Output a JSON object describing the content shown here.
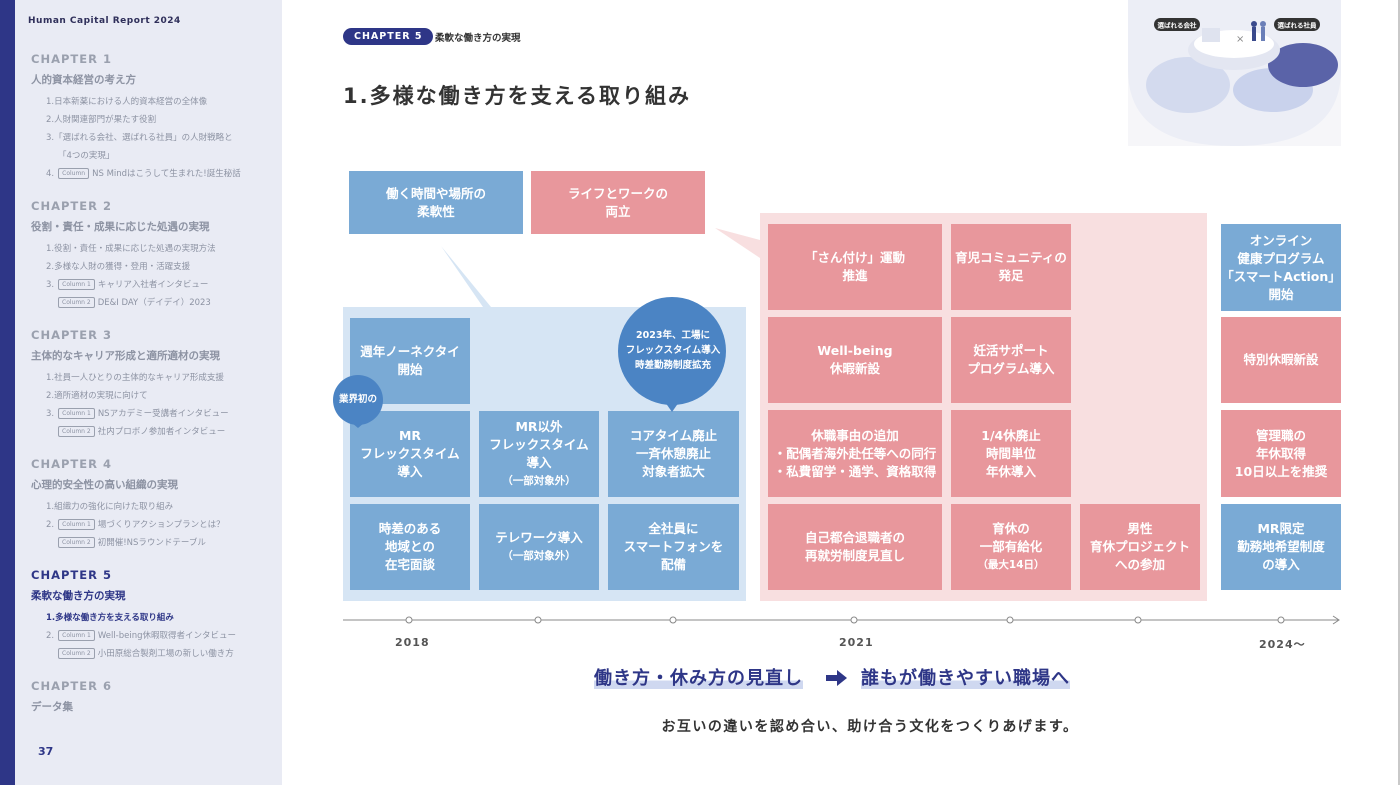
{
  "report_title": "Human Capital Report 2024",
  "page_number": "37",
  "toc": [
    {
      "label": "CHAPTER 1",
      "title": "人的資本経営の考え方",
      "items": [
        {
          "text": "1.日本新薬における人的資本経営の全体像"
        },
        {
          "text": "2.人財関連部門が果たす役割"
        },
        {
          "text": "3.「選ばれる会社、選ばれる社員」の人財戦略と"
        },
        {
          "text": "「4つの実現」"
        },
        {
          "prefix": "4.",
          "tag": "Column",
          "text": "NS Mindはこうして生まれた!誕生秘話"
        }
      ]
    },
    {
      "label": "CHAPTER 2",
      "title": "役割・責任・成果に応じた処遇の実現",
      "items": [
        {
          "text": "1.役割・責任・成果に応じた処遇の実現方法"
        },
        {
          "text": "2.多様な人財の獲得・登用・活躍支援"
        },
        {
          "prefix": "3.",
          "tag": "Column 1",
          "text": "キャリア入社者インタビュー"
        },
        {
          "tag": "Column 2",
          "text": "DE&I DAY（デイデイ）2023"
        }
      ]
    },
    {
      "label": "CHAPTER 3",
      "title": "主体的なキャリア形成と適所適材の実現",
      "items": [
        {
          "text": "1.社員一人ひとりの主体的なキャリア形成支援"
        },
        {
          "text": "2.適所適材の実現に向けて"
        },
        {
          "prefix": "3.",
          "tag": "Column 1",
          "text": "NSアカデミー受講者インタビュー"
        },
        {
          "tag": "Column 2",
          "text": "社内プロボノ参加者インタビュー"
        }
      ]
    },
    {
      "label": "CHAPTER 4",
      "title": "心理的安全性の高い組織の実現",
      "items": [
        {
          "text": "1.組織力の強化に向けた取り組み"
        },
        {
          "prefix": "2.",
          "tag": "Column 1",
          "text": "場づくりアクションプランとは？"
        },
        {
          "tag": "Column 2",
          "text": "初開催!NSラウンドテーブル"
        }
      ]
    },
    {
      "label": "CHAPTER 5",
      "title": "柔軟な働き方の実現",
      "items": [
        {
          "text": "1.多様な働き方を支える取り組み"
        },
        {
          "prefix": "2.",
          "tag": "Column 1",
          "text": "Well-being休暇取得者インタビュー"
        },
        {
          "tag": "Column 2",
          "text": "小田原総合製剤工場の新しい働き方"
        }
      ]
    },
    {
      "label": "CHAPTER 6",
      "title": "データ集",
      "items": []
    }
  ],
  "header": {
    "chapter_pill": "CHAPTER 5",
    "chapter_sub": "柔軟な働き方の実現",
    "title": "1.多様な働き方を支える取り組み"
  },
  "thumbnail": {
    "left_badge": "選ばれる会社",
    "right_badge": "選ばれる社員"
  },
  "categories": {
    "flex": [
      "働く時間や場所の",
      "柔軟性"
    ],
    "life": [
      "ライフとワークの",
      "両立"
    ]
  },
  "callouts": {
    "industry_first": "業界初の",
    "factory": [
      "2023年、工場に",
      "フレックスタイム導入",
      "時差勤務制度拡充"
    ]
  },
  "blue_boxes": {
    "b1": [
      "週年ノーネクタイ",
      "開始"
    ],
    "b2": [
      "MR",
      "フレックスタイム",
      "導入"
    ],
    "b3": [
      "時差のある",
      "地域との",
      "在宅面談"
    ],
    "b4": [
      "MR以外",
      "フレックスタイム",
      "導入"
    ],
    "b4_note": "（一部対象外）",
    "b5": [
      "テレワーク導入"
    ],
    "b5_note": "（一部対象外）",
    "b6": [
      "コアタイム廃止",
      "一斉休憩廃止",
      "対象者拡大"
    ],
    "b7": [
      "全社員に",
      "スマートフォンを",
      "配備"
    ]
  },
  "pink_boxes": {
    "p1": [
      "「さん付け」運動",
      "推進"
    ],
    "p2": [
      "育児コミュニティの",
      "発足"
    ],
    "p3": [
      "Well-being",
      "休暇新設"
    ],
    "p4": [
      "妊活サポート",
      "プログラム導入"
    ],
    "p5": [
      "休職事由の追加",
      "・配偶者海外赴任等への同行",
      "・私費留学・通学、資格取得"
    ],
    "p6": [
      "1/4休廃止",
      "時間単位",
      "年休導入"
    ],
    "p7": [
      "自己都合退職者の",
      "再就労制度見直し"
    ],
    "p8": [
      "育休の",
      "一部有給化"
    ],
    "p8_note": "（最大14日）",
    "p9": [
      "男性",
      "育休プロジェクト",
      "への参加"
    ]
  },
  "right_boxes": {
    "r1": [
      "オンライン",
      "健康プログラム",
      "「スマートAction」",
      "開始"
    ],
    "r2": [
      "特別休暇新設"
    ],
    "r3": [
      "管理職の",
      "年休取得",
      "10日以上を推奨"
    ],
    "r4": [
      "MR限定",
      "勤務地希望制度",
      "の導入"
    ]
  },
  "timeline": {
    "years": [
      "2018",
      "2021",
      "2024〜"
    ]
  },
  "slogan": {
    "left": "働き方・休み方の見直し",
    "right": "誰もが働きやすい職場へ"
  },
  "bottom_text": "お互いの違いを認め合い、助け合う文化をつくりあげます。",
  "colors": {
    "navy": "#2e3687",
    "blue_box": "#7aaad5",
    "pink_box": "#e8979c",
    "blue_bg": "#d6e5f4",
    "pink_bg": "#f8dfe0",
    "sidebar_bg": "#e9ebf4"
  }
}
